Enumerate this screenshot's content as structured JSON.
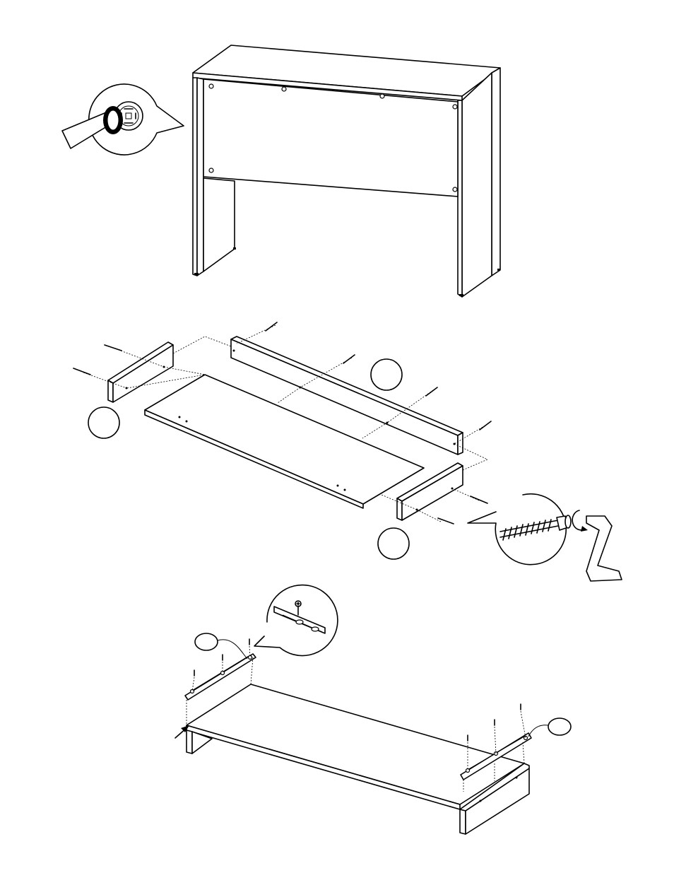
{
  "steps": [
    {
      "id": "attach-modesty-panel",
      "callout": ""
    },
    {
      "id": "assemble-frame",
      "callouts": [
        "",
        "",
        ""
      ]
    },
    {
      "id": "attach-slides",
      "callouts": [
        "",
        ""
      ]
    }
  ],
  "icons": [
    "screwdriver-icon",
    "cam-lock-icon",
    "cam-bolt-icon",
    "allen-key-icon",
    "screw-icon",
    "drawer-slide-icon",
    "arrow-icon"
  ]
}
